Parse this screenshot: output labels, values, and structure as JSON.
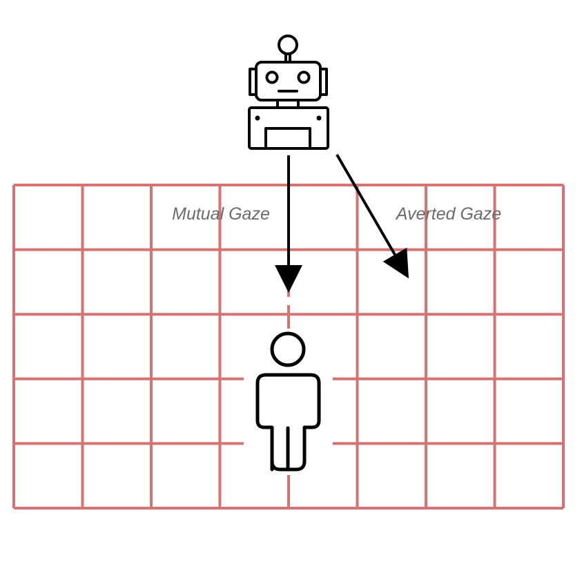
{
  "labels": {
    "mutual_gaze": "Mutual Gaze",
    "averted_gaze": "Averted Gaze"
  },
  "grid": {
    "rows": 5,
    "columns": 8,
    "line_color": "#d57272"
  },
  "icons": {
    "robot": "robot-icon",
    "person": "person-icon"
  },
  "arrows": [
    {
      "name": "mutual-gaze-arrow",
      "direction": "straight-down",
      "target": "person"
    },
    {
      "name": "averted-gaze-arrow",
      "direction": "down-right",
      "target": "floor"
    }
  ],
  "colors": {
    "stroke": "#000000",
    "label": "#6b6b6b",
    "background": "#ffffff"
  }
}
